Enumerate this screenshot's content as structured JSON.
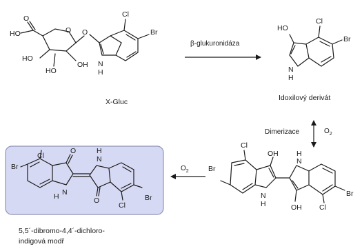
{
  "colors": {
    "highlight_fill": "#d6d9f3",
    "highlight_border": "#8f94b8",
    "ink": "#1a1a1a"
  },
  "labels": {
    "xgluc": "X-Gluc",
    "idoxyl": "Idoxilový derivát",
    "enzyme": "β-glukuronidáza",
    "dimerization": "Dimerizace",
    "o2_right": "O",
    "o2_right_sub": "2",
    "o2_left": "O",
    "o2_left_sub": "2",
    "product_line1": "5,5´-dibromo-4,4´-dichloro-",
    "product_line2": "indigová modř"
  },
  "atoms": {
    "ho": "HO",
    "oh": "OH",
    "o": "O",
    "cl": "Cl",
    "br": "Br",
    "n": "N",
    "h": "H"
  }
}
